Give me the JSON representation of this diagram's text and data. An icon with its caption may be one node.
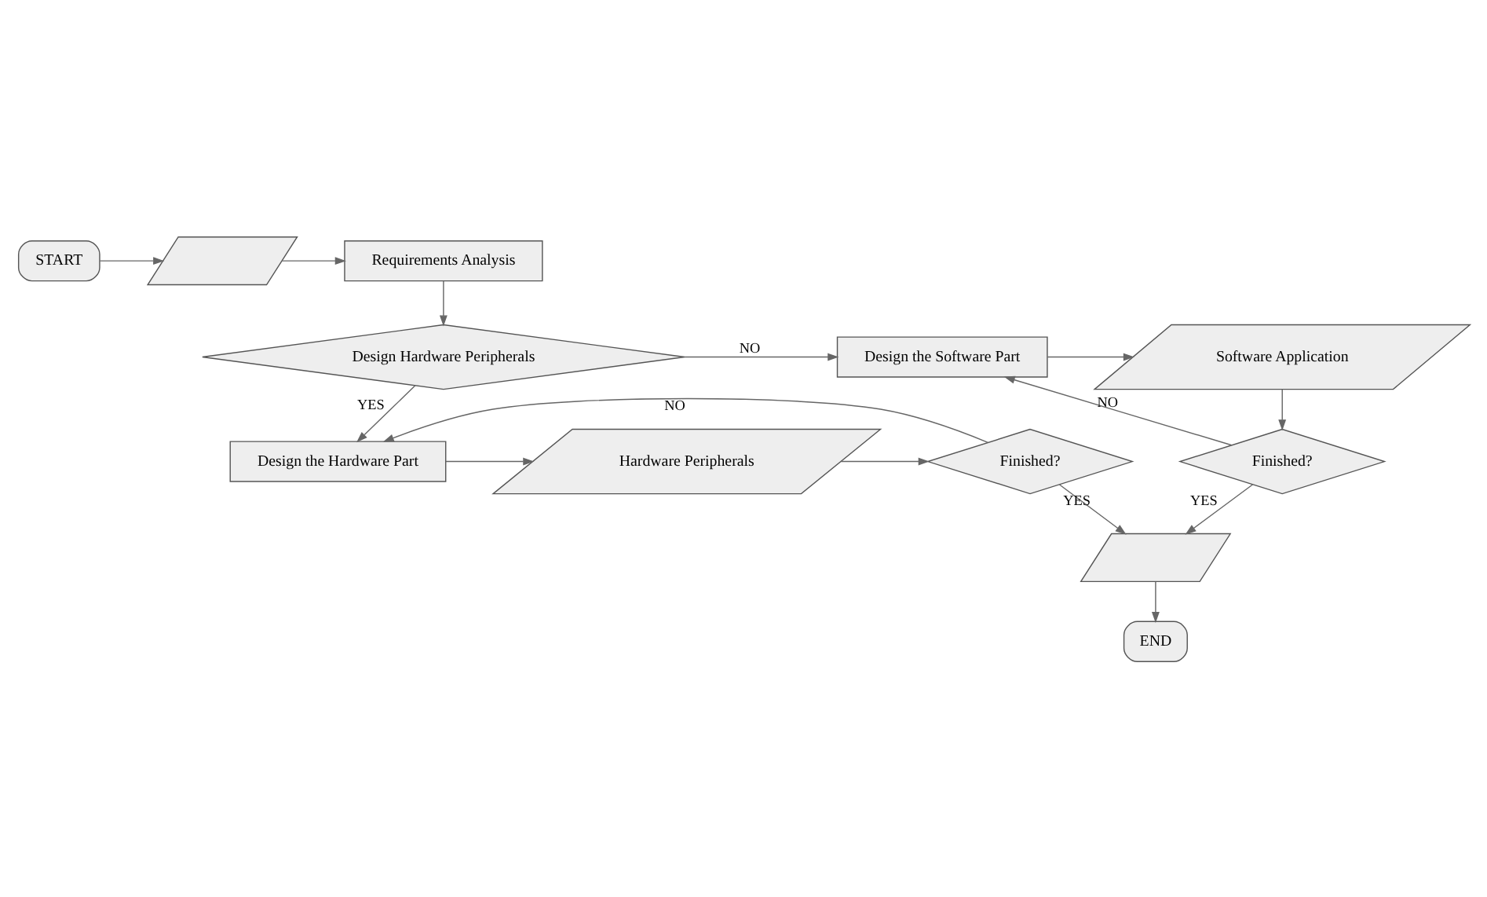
{
  "diagram": {
    "nodes": [
      {
        "text": [
          "START"
        ]
      },
      {
        "text": [],
        "shape": "parallelogram"
      },
      {
        "text": [
          "Requirements Analysis"
        ]
      },
      {
        "text": [
          "Design Hardware Peripherals"
        ]
      },
      {
        "text": [
          "Design the Software Part"
        ]
      },
      {
        "text": [
          "Software Application"
        ]
      },
      {
        "text": [
          "END"
        ]
      },
      {
        "text": [
          "Finished?"
        ]
      },
      {
        "text": [],
        "shape": "parallelogram"
      },
      {
        "text": [
          "Design the Hardware Part"
        ]
      },
      {
        "text": [
          "Hardware Peripherals"
        ]
      },
      {
        "text": [
          "Finished?"
        ]
      }
    ],
    "edges": [
      {
        "from": 0,
        "to": 1,
        "arrow": "to"
      },
      {
        "from": 1,
        "to": 2,
        "arrow": "to"
      },
      {
        "from": 2,
        "to": 3,
        "arrow": "to"
      },
      {
        "from": 3,
        "to": 4,
        "arrow": "to",
        "label": "NO"
      },
      {
        "from": 4,
        "to": 5,
        "arrow": "to"
      },
      {
        "from": 5,
        "to": 7,
        "arrow": "to"
      },
      {
        "from": 7,
        "to": 8,
        "arrow": "to",
        "label": "YES"
      },
      {
        "from": 7,
        "to": 4,
        "arrow": "to",
        "label": "NO"
      },
      {
        "from": 8,
        "to": 6,
        "arrow": "to"
      },
      {
        "from": 3,
        "to": 9,
        "arrow": "to",
        "label": "YES"
      },
      {
        "from": 9,
        "to": 10,
        "arrow": "to"
      },
      {
        "from": 10,
        "to": 11,
        "arrow": "to"
      },
      {
        "from": 11,
        "to": 8,
        "arrow": "to",
        "label": "YES"
      },
      {
        "from": 11,
        "to": 9,
        "arrow": "to",
        "label": "NO"
      }
    ]
  }
}
